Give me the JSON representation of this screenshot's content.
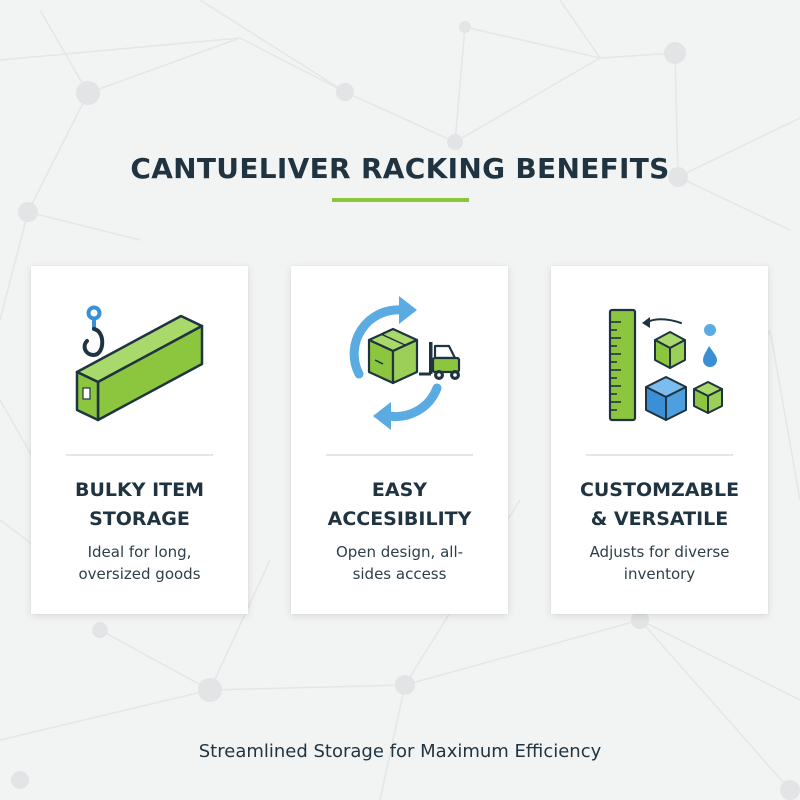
{
  "title": "CANTUELIVER RACKING BENEFITS",
  "accent_color": "#8cc63f",
  "cards": [
    {
      "title": "BULKY ITEM\nSTORAGE",
      "description": "Ideal for long,\noversized goods",
      "icon": "steel-beam-hook-icon"
    },
    {
      "title": "EASY\nACCESIBILITY",
      "description": "Open design, all-\nsides access",
      "icon": "forklift-cycle-icon"
    },
    {
      "title": "CUSTOMZABLE\n& VERSATILE",
      "description": "Adjusts for diverse\ninventory",
      "icon": "ruler-boxes-icon"
    }
  ],
  "footer": "Streamlined Storage for Maximum Efficiency"
}
